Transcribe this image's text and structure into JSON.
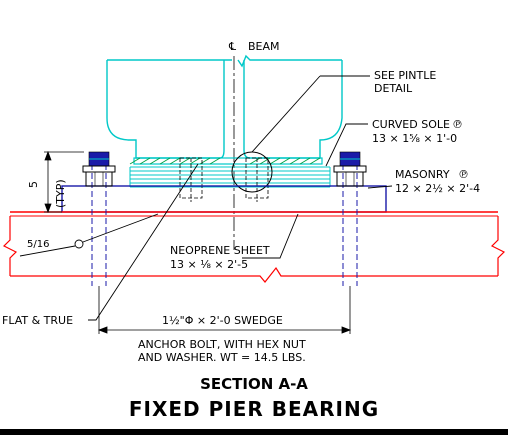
{
  "labels": {
    "beam": "BEAM",
    "pintle_1": "SEE PINTLE",
    "pintle_2": "DETAIL",
    "sole_1": "CURVED SOLE",
    "sole_2": "13 × 1⅝ × 1'-0",
    "masonry_1": "MASONRY",
    "masonry_2": "12 × 2½ × 2'-4",
    "typ_num": "5",
    "typ_paren": "(TYP)",
    "weld_frac": "5/16",
    "neoprene_1": "NEOPRENE SHEET",
    "neoprene_2": "13 × ⅛ × 2'-5",
    "flat_true": "FLAT & TRUE",
    "swedge": "1½\"Φ × 2'-0 SWEDGE",
    "anchor_1": "ANCHOR BOLT, WITH HEX NUT",
    "anchor_2": "AND WASHER. WT = 14.5 LBS."
  },
  "symbols": {
    "centerline": "℄",
    "plate": "℗"
  },
  "title": {
    "section": "SECTION A-A",
    "main": "FIXED PIER BEARING"
  },
  "colors": {
    "beam": "#00c8c8",
    "hatch": "#00a040",
    "pier_line": "#ff0000",
    "bolt": "#1a1aa8",
    "dims": "#000000"
  }
}
